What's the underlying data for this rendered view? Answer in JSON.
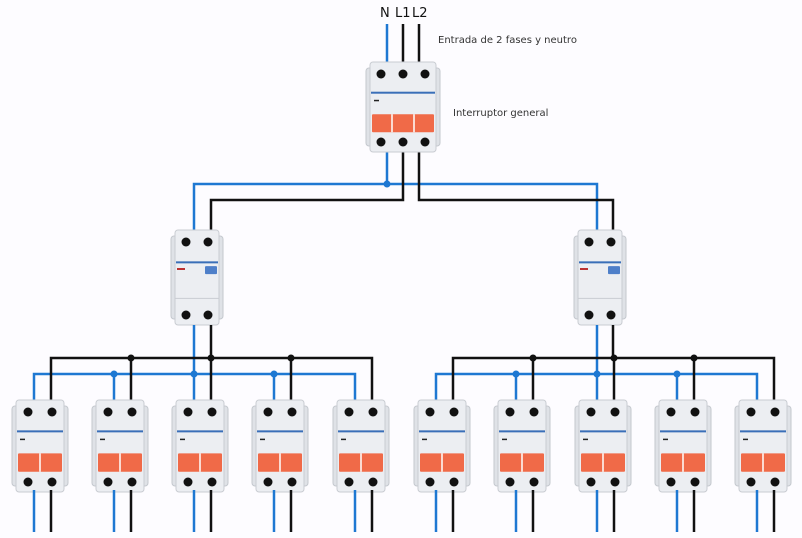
{
  "inputs": {
    "neutral_label": "N",
    "phase1_label": "L1",
    "phase2_label": "L2"
  },
  "annotations": {
    "input_label": "Entrada de 2 fases y neutro",
    "main_breaker_label": "Interruptor general"
  },
  "colors": {
    "neutral_wire": "#1e78d2",
    "phase_wire": "#111111",
    "breaker_body": "#e8eaee",
    "toggle": "#f06a48"
  },
  "diagram": {
    "main_breaker": {
      "poles": 3
    },
    "differentials": [
      {
        "id": "diff-left",
        "poles": 2
      },
      {
        "id": "diff-right",
        "poles": 2
      }
    ],
    "circuit_breakers_per_group": 5,
    "groups": 2
  }
}
